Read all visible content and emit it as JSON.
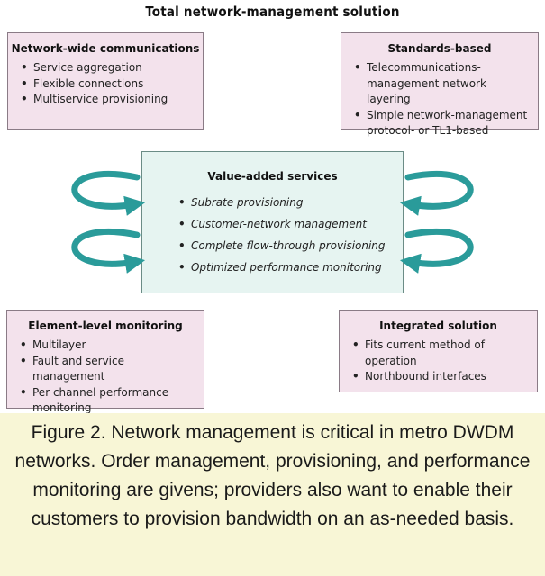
{
  "title": "Total network-management solution",
  "boxes": {
    "top_left": {
      "heading": "Network-wide communications",
      "items": [
        "Service aggregation",
        "Flexible connections",
        "Multiservice provisioning"
      ]
    },
    "top_right": {
      "heading": "Standards-based",
      "items": [
        "Telecommunications-management network layering",
        "Simple network-management protocol- or TL1-based"
      ]
    },
    "center": {
      "heading": "Value-added services",
      "items": [
        "Subrate provisioning",
        "Customer-network management",
        "Complete flow-through provisioning",
        "Optimized performance monitoring"
      ]
    },
    "bottom_left": {
      "heading": "Element-level monitoring",
      "items": [
        "Multilayer",
        "Fault and service management",
        "Per channel performance monitoring"
      ]
    },
    "bottom_right": {
      "heading": "Integrated solution",
      "items": [
        "Fits current method of operation",
        "Northbound interfaces"
      ]
    }
  },
  "caption": "Figure 2. Network management is critical in metro DWDM networks. Order management, provisioning, and performance monitoring are givens; providers also want to enable their customers to provision bandwidth on an as-needed basis.",
  "colors": {
    "box_fill": "#f3e2ec",
    "center_fill": "#e6f4f1",
    "arrow": "#2a9b9a",
    "caption_bg": "#f8f6d6"
  }
}
